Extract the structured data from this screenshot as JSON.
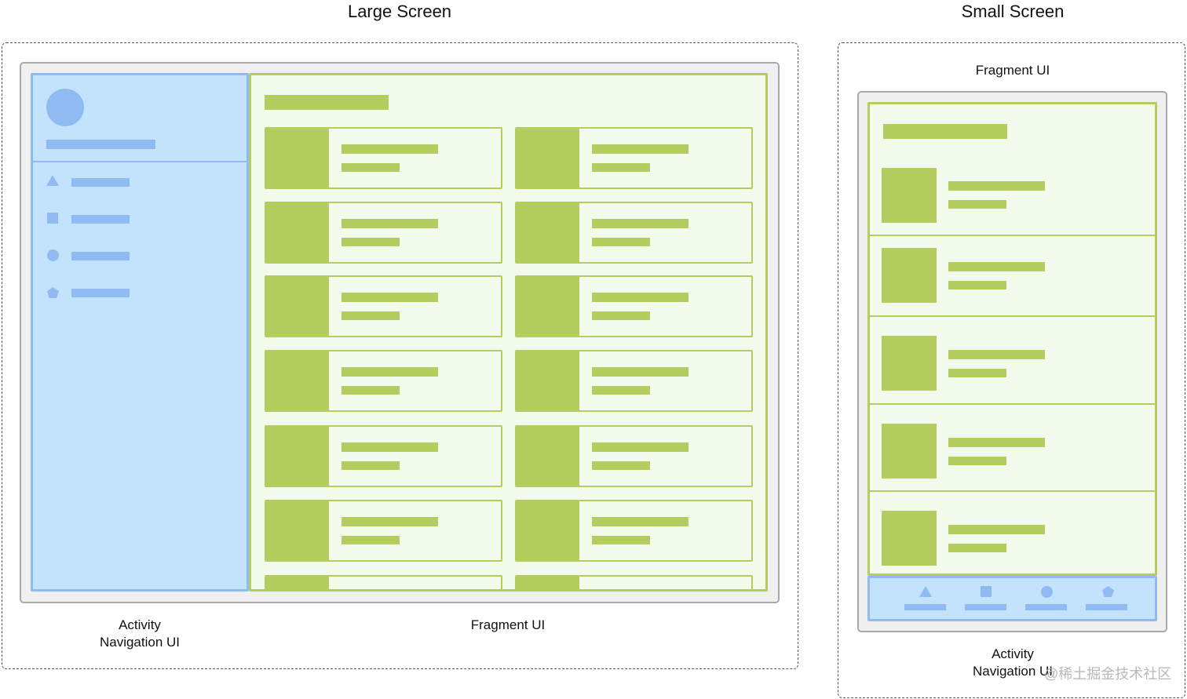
{
  "large": {
    "title": "Large Screen",
    "activity_label": "Activity\nNavigation UI",
    "fragment_label": "Fragment UI",
    "nav_items": [
      {
        "icon": "triangle-icon"
      },
      {
        "icon": "square-icon"
      },
      {
        "icon": "circle-icon"
      },
      {
        "icon": "pentagon-icon"
      }
    ]
  },
  "small": {
    "title": "Small Screen",
    "fragment_label": "Fragment UI",
    "activity_label": "Activity\nNavigation UI",
    "nav_items": [
      {
        "icon": "triangle-icon"
      },
      {
        "icon": "square-icon"
      },
      {
        "icon": "circle-icon"
      },
      {
        "icon": "pentagon-icon"
      }
    ]
  },
  "watermark": "@稀土掘金技术社区",
  "colors": {
    "activity_fill": "#c2e3fb",
    "activity_stroke": "#8fbaf2",
    "fragment_fill": "#f2fbec",
    "fragment_stroke": "#b3cd5e",
    "device_fill": "#f0f0f0"
  }
}
